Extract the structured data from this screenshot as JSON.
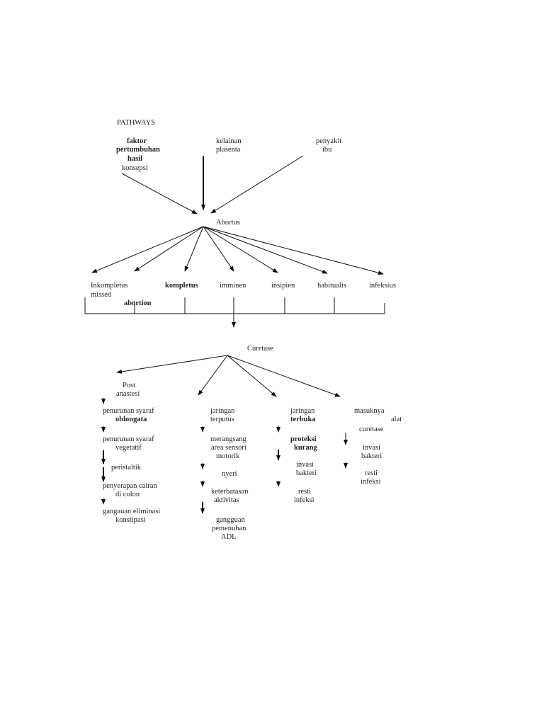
{
  "title": "PATHWAYS",
  "causes": {
    "faktor": [
      "faktor",
      "pertumbuhan",
      "hasil",
      "konsepsi"
    ],
    "kelainan": [
      "kelainan",
      "plasenta"
    ],
    "penyakit": [
      "penyakit",
      "ibu"
    ]
  },
  "center": "Abortus",
  "types": {
    "inkompletus": "Inkompletus",
    "missed": "missed",
    "abortion": "abortion",
    "kompletus": "kompletus",
    "imminen": "imminen",
    "insipien": "insipien",
    "habitualis": "habitualis",
    "infeksius": "infeksius"
  },
  "curetase": "Curetase",
  "branches": {
    "post_anastesi": {
      "head": [
        "Post",
        "anastesi"
      ],
      "steps": [
        [
          "penurunan syaraf",
          "oblongata"
        ],
        [
          "penurunan syaraf",
          "vegetatif"
        ],
        [
          "peristaltik"
        ],
        [
          "penyerapan cairan",
          "di colon"
        ],
        [
          "gangauan eliminasi",
          "konstipasi"
        ]
      ]
    },
    "jaringan_terputus": {
      "steps": [
        [
          "jaringan",
          "terputus"
        ],
        [
          "merangsang",
          "area sensori",
          "motorik"
        ],
        [
          "nyeri"
        ],
        [
          "keterbatasan",
          "aktivitas"
        ],
        [
          "gangguan",
          "pemenuhan",
          "ADL"
        ]
      ]
    },
    "jaringan_terbuka": {
      "steps": [
        [
          "jaringan",
          "terbuka"
        ],
        [
          "proteksi",
          "kurang"
        ],
        [
          "invasi",
          "bakteri"
        ],
        [
          "resti",
          "infeksi"
        ]
      ]
    },
    "masuknya_alat": {
      "steps": [
        [
          "masuknya",
          "alat",
          "curetase"
        ],
        [
          "invasi",
          "bakteri"
        ],
        [
          "resti",
          "infeksi"
        ]
      ]
    }
  }
}
